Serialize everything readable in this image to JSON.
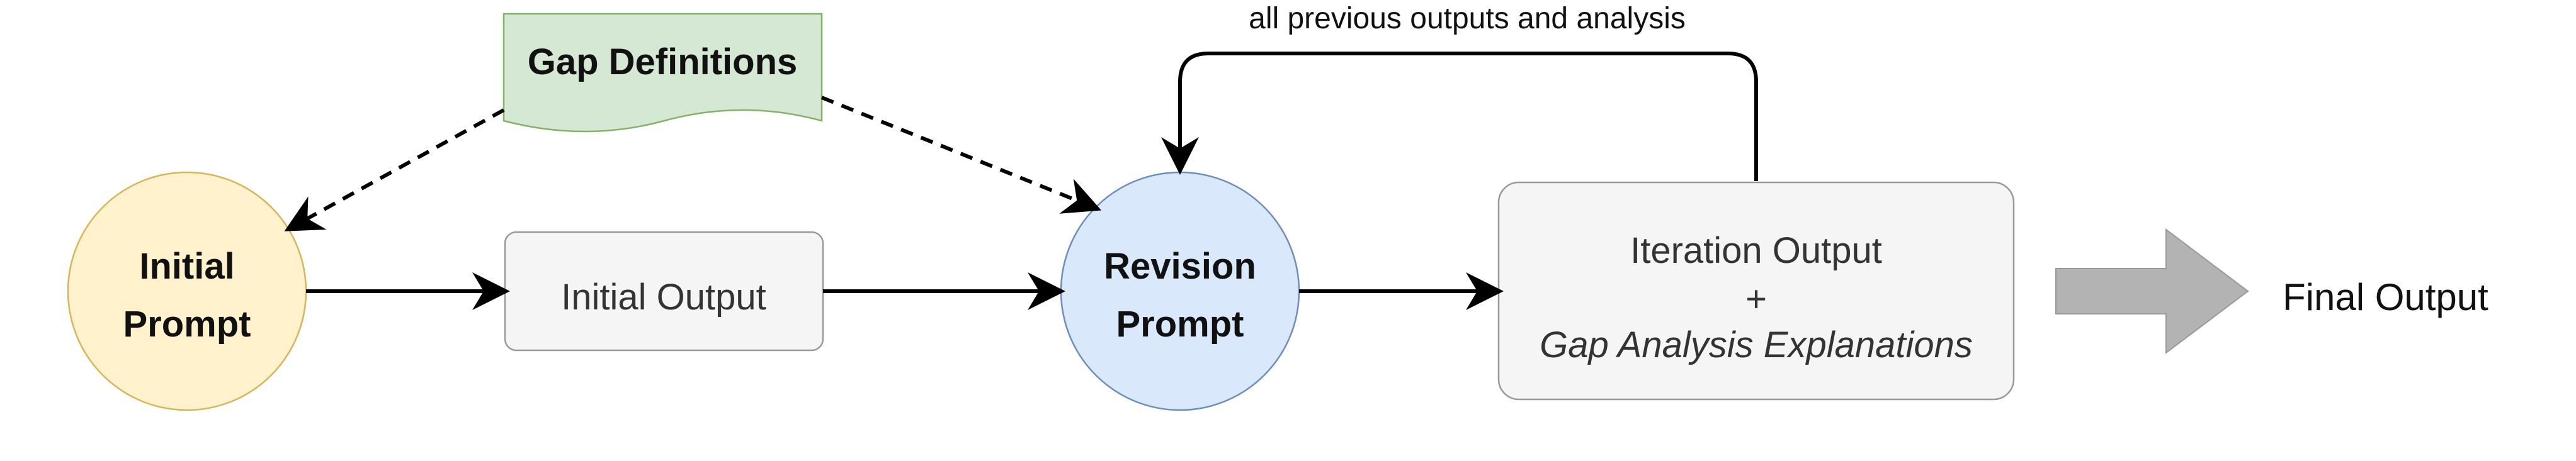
{
  "nodes": {
    "gap_definitions": {
      "label": "Gap Definitions",
      "fill": "#d5e8d4",
      "stroke": "#82b366"
    },
    "initial_prompt": {
      "line1": "Initial",
      "line2": "Prompt",
      "fill": "#fff2cc",
      "stroke": "#d6b656"
    },
    "initial_output": {
      "label": "Initial Output",
      "fill": "#f5f5f5",
      "stroke": "#999999"
    },
    "revision_prompt": {
      "line1": "Revision",
      "line2": "Prompt",
      "fill": "#dae8fc",
      "stroke": "#6c8ebf"
    },
    "iteration_output": {
      "line1": "Iteration Output",
      "line2": "+",
      "line3": "Gap Analysis Explanations",
      "fill": "#f5f5f5",
      "stroke": "#999999"
    },
    "final_output": {
      "label": "Final Output"
    }
  },
  "edges": {
    "feedback_loop": {
      "label": "all previous outputs and analysis"
    }
  },
  "colors": {
    "arrow": "#000000",
    "big_arrow": "#b3b3b3"
  }
}
